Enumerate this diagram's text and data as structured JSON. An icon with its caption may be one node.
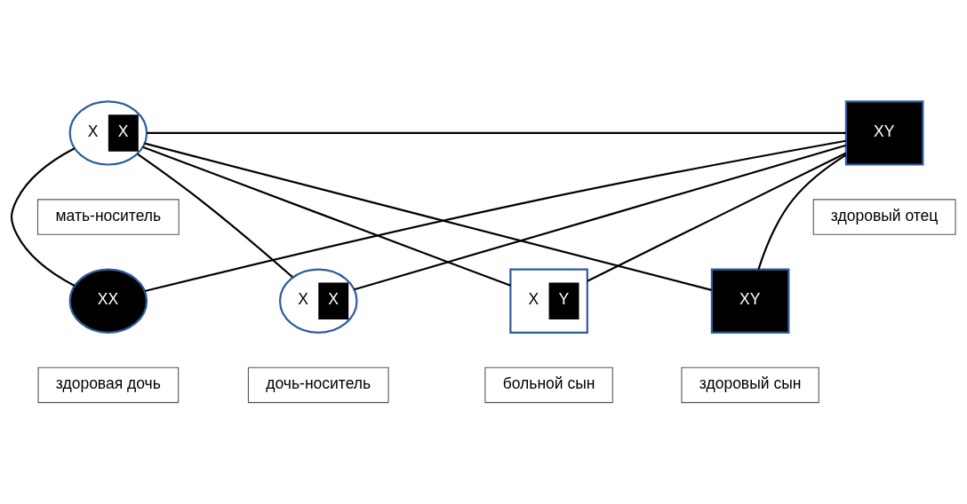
{
  "diagram": {
    "nodes": [
      {
        "text": [
          "X",
          "X"
        ]
      },
      {
        "text": [
          "XY"
        ]
      },
      {
        "text": [
          "мать-носитель"
        ]
      },
      {
        "text": [
          "здоровый отец"
        ]
      },
      {
        "text": [
          "XX"
        ]
      },
      {
        "text": [
          "X",
          "X"
        ]
      },
      {
        "text": [
          "X",
          "Y"
        ]
      },
      {
        "text": [
          "XY"
        ]
      },
      {
        "text": [
          "здоровая дочь"
        ]
      },
      {
        "text": [
          "дочь-носитель"
        ]
      },
      {
        "text": [
          "больной сын"
        ]
      },
      {
        "text": [
          "здоровый сын"
        ]
      }
    ],
    "edges": [
      {
        "from": 0,
        "to": 1,
        "arrow": "none"
      },
      {
        "from": 0,
        "to": 4,
        "arrow": "none"
      },
      {
        "from": 1,
        "to": 4,
        "arrow": "none"
      },
      {
        "from": 0,
        "to": 5,
        "arrow": "none"
      },
      {
        "from": 1,
        "to": 5,
        "arrow": "none"
      },
      {
        "from": 0,
        "to": 6,
        "arrow": "none"
      },
      {
        "from": 1,
        "to": 6,
        "arrow": "none"
      },
      {
        "from": 0,
        "to": 7,
        "arrow": "none"
      },
      {
        "from": 1,
        "to": 7,
        "arrow": "none"
      }
    ]
  }
}
